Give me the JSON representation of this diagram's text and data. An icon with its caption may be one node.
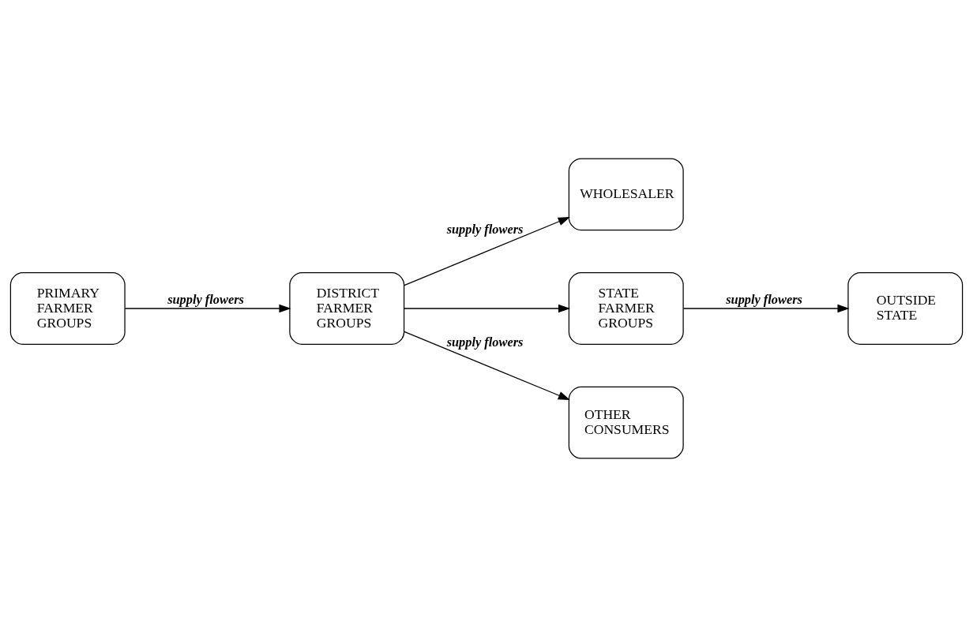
{
  "diagram": {
    "nodes": [
      {
        "text": [
          "PRIMARY FARMER GROUPS"
        ]
      },
      {
        "text": [
          "DISTRICT FARMER GROUPS"
        ]
      },
      {
        "text": [
          "WHOLESALER"
        ]
      },
      {
        "text": [
          "STATE FARMER GROUPS"
        ]
      },
      {
        "text": [
          "OUTSIDE STATE"
        ]
      },
      {
        "text": [
          "OTHER CONSUMERS"
        ]
      }
    ],
    "edges": [
      {
        "from": 0,
        "to": 1,
        "arrow": "to",
        "label": "supply flowers"
      },
      {
        "from": 1,
        "to": 2,
        "arrow": "to",
        "label": "supply flowers"
      },
      {
        "from": 1,
        "to": 3,
        "arrow": "to"
      },
      {
        "from": 3,
        "to": 4,
        "arrow": "to",
        "label": "supply flowers"
      },
      {
        "from": 1,
        "to": 5,
        "arrow": "to",
        "label": "supply flowers"
      }
    ]
  }
}
